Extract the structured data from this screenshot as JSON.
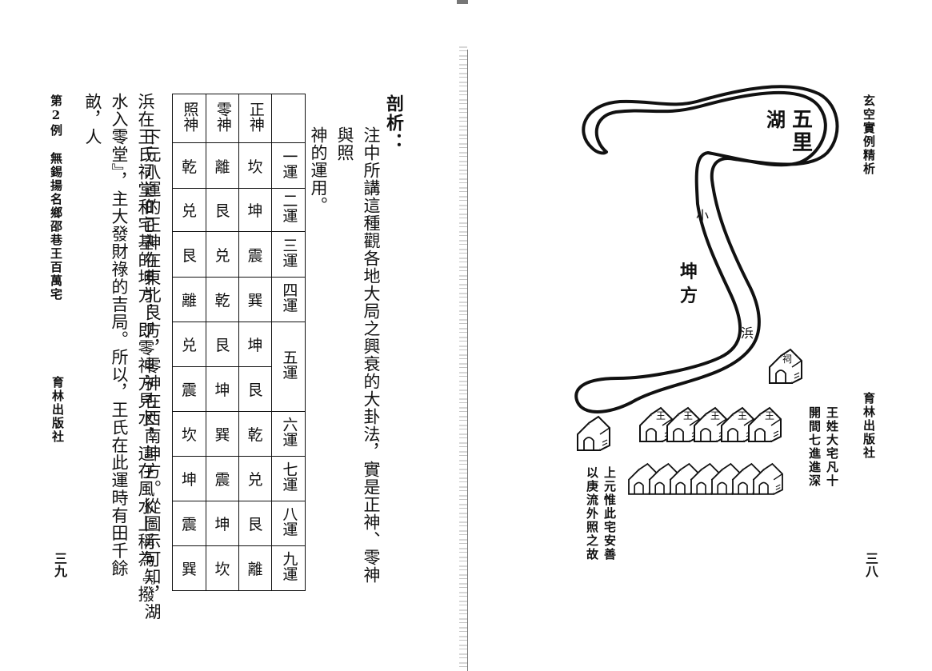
{
  "left_page": {
    "page_number": "三九",
    "publisher": "育林出版社",
    "example_label": "第2例",
    "example_title": "無錫揚名鄉邵巷王百萬宅",
    "paragraph_1": "下元八運的正神在東北艮方，零神在西南坤方。從圖示可知，湖",
    "paragraph_2": "浜在王氏祠堂和宅基的坤方，即零神方見水，這在風水上稱為『撥水入零堂』，主大發財祿的吉局。所以，王氏在此運時有田千餘畝，人",
    "analysis_title": "剖析：",
    "analysis_line1": "注中所講這種觀各地大局之興衰的大卦法，實是正神、零神與照",
    "analysis_line2": "神的運用。",
    "table": {
      "row_headers": [
        "正神",
        "零神",
        "照神"
      ],
      "columns": [
        {
          "label": "一運",
          "values": [
            "坎",
            "離",
            "乾"
          ]
        },
        {
          "label": "二運",
          "values": [
            "坤",
            "艮",
            "兑"
          ]
        },
        {
          "label": "三運",
          "values": [
            "震",
            "兑",
            "艮"
          ]
        },
        {
          "label": "四運",
          "values": [
            "巽",
            "乾",
            "離"
          ]
        },
        {
          "label": "五運",
          "values": [
            "坤",
            "艮",
            "兑"
          ],
          "extra": [
            "艮",
            "坤",
            "震"
          ]
        },
        {
          "label": "六運",
          "values": [
            "乾",
            "巽",
            "坎"
          ]
        },
        {
          "label": "七運",
          "values": [
            "兑",
            "震",
            "坤"
          ]
        },
        {
          "label": "八運",
          "values": [
            "艮",
            "坤",
            "震"
          ]
        },
        {
          "label": "九運",
          "values": [
            "離",
            "坎",
            "巽"
          ]
        }
      ]
    }
  },
  "right_page": {
    "book_title": "玄空實例精析",
    "publisher": "育林出版社",
    "page_number": "三八",
    "diagram": {
      "lake_label_1": "五",
      "lake_label_2": "里",
      "lake_label_3": "湖",
      "stream_label_1": "小",
      "stream_label_2": "浜",
      "direction_label_1": "坤",
      "direction_label_2": "方",
      "shrine_label": "祠",
      "house_label": "王",
      "caption_1": "王姓大宅凡十",
      "caption_2": "開間七進進深",
      "caption_3": "上元惟此宅安善",
      "caption_4": "以庚流外照之故"
    }
  }
}
